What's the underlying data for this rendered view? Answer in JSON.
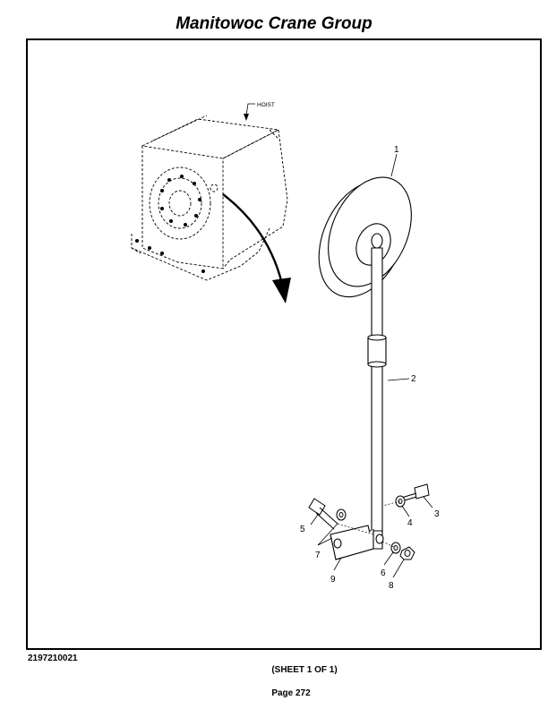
{
  "header": {
    "title": "Manitowoc Crane Group"
  },
  "drawing": {
    "hoist_label": "HOIST",
    "callouts": [
      "1",
      "2",
      "3",
      "4",
      "5",
      "6",
      "7",
      "8",
      "9"
    ]
  },
  "footer": {
    "drawing_number": "2197210021",
    "sheet": "(SHEET 1 OF 1)",
    "page": "Page 272"
  }
}
